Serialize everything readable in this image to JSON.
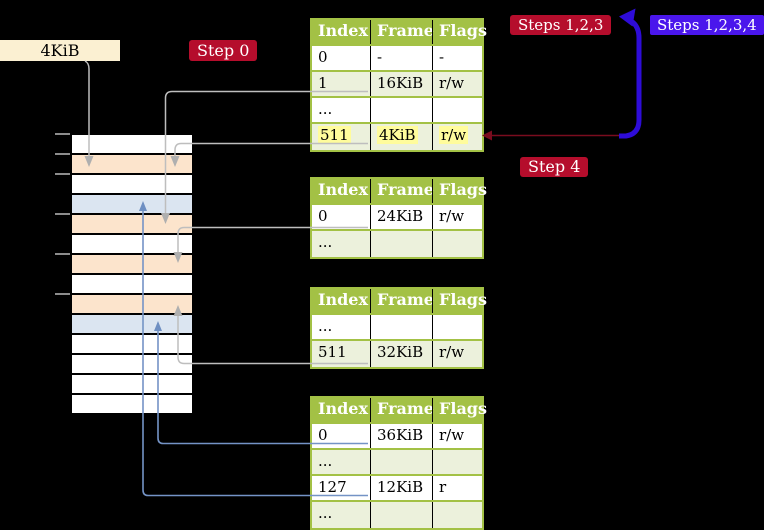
{
  "labels": {
    "page_size": "4KiB",
    "step0": "Step 0",
    "steps123": "Steps 1,2,3",
    "steps1234": "Steps 1,2,3,4",
    "step4": "Step 4"
  },
  "tables": [
    {
      "name": "page-table-top",
      "columns": [
        "Index",
        "Frame",
        "Flags"
      ],
      "rows": [
        {
          "cells": [
            "0",
            "-",
            "-"
          ]
        },
        {
          "cells": [
            "1",
            "16KiB",
            "r/w"
          ]
        },
        {
          "cells": [
            "...",
            "",
            ""
          ]
        },
        {
          "cells": [
            "511",
            "4KiB",
            "r/w"
          ],
          "highlight": true
        }
      ]
    },
    {
      "name": "page-table-second",
      "columns": [
        "Index",
        "Frame",
        "Flags"
      ],
      "rows": [
        {
          "cells": [
            "0",
            "24KiB",
            "r/w"
          ]
        },
        {
          "cells": [
            "...",
            "",
            ""
          ]
        }
      ]
    },
    {
      "name": "page-table-third",
      "columns": [
        "Index",
        "Frame",
        "Flags"
      ],
      "rows": [
        {
          "cells": [
            "...",
            "",
            ""
          ]
        },
        {
          "cells": [
            "511",
            "32KiB",
            "r/w"
          ]
        }
      ]
    },
    {
      "name": "page-table-bottom",
      "columns": [
        "Index",
        "Frame",
        "Flags"
      ],
      "rows": [
        {
          "cells": [
            "0",
            "36KiB",
            "r/w"
          ]
        },
        {
          "cells": [
            "...",
            "",
            ""
          ]
        },
        {
          "cells": [
            "127",
            "12KiB",
            "r"
          ]
        },
        {
          "cells": [
            "...",
            "",
            ""
          ]
        }
      ]
    }
  ],
  "memory_stack": {
    "rows": [
      "white",
      "peach",
      "white",
      "blue",
      "peach",
      "white",
      "peach",
      "white",
      "peach",
      "blue",
      "white",
      "white",
      "white",
      "white"
    ]
  },
  "colors": {
    "background": "#000000",
    "table_header_green": "#A3C145",
    "table_row_green": "#ECF1DC",
    "highlight_yellow": "#FFFC9C",
    "frame_peach": "#FCE4CC",
    "frame_blue": "#DBE5F1",
    "label_cream": "#FBF0D2",
    "label_crimson": "#B50D2C",
    "label_blue": "#4A16EC",
    "arrow_blue_thick": "#2E0CD8",
    "arrow_red": "#7A0C1E",
    "connector_gray": "#BEBEBE",
    "connector_blue": "#7493C6"
  }
}
